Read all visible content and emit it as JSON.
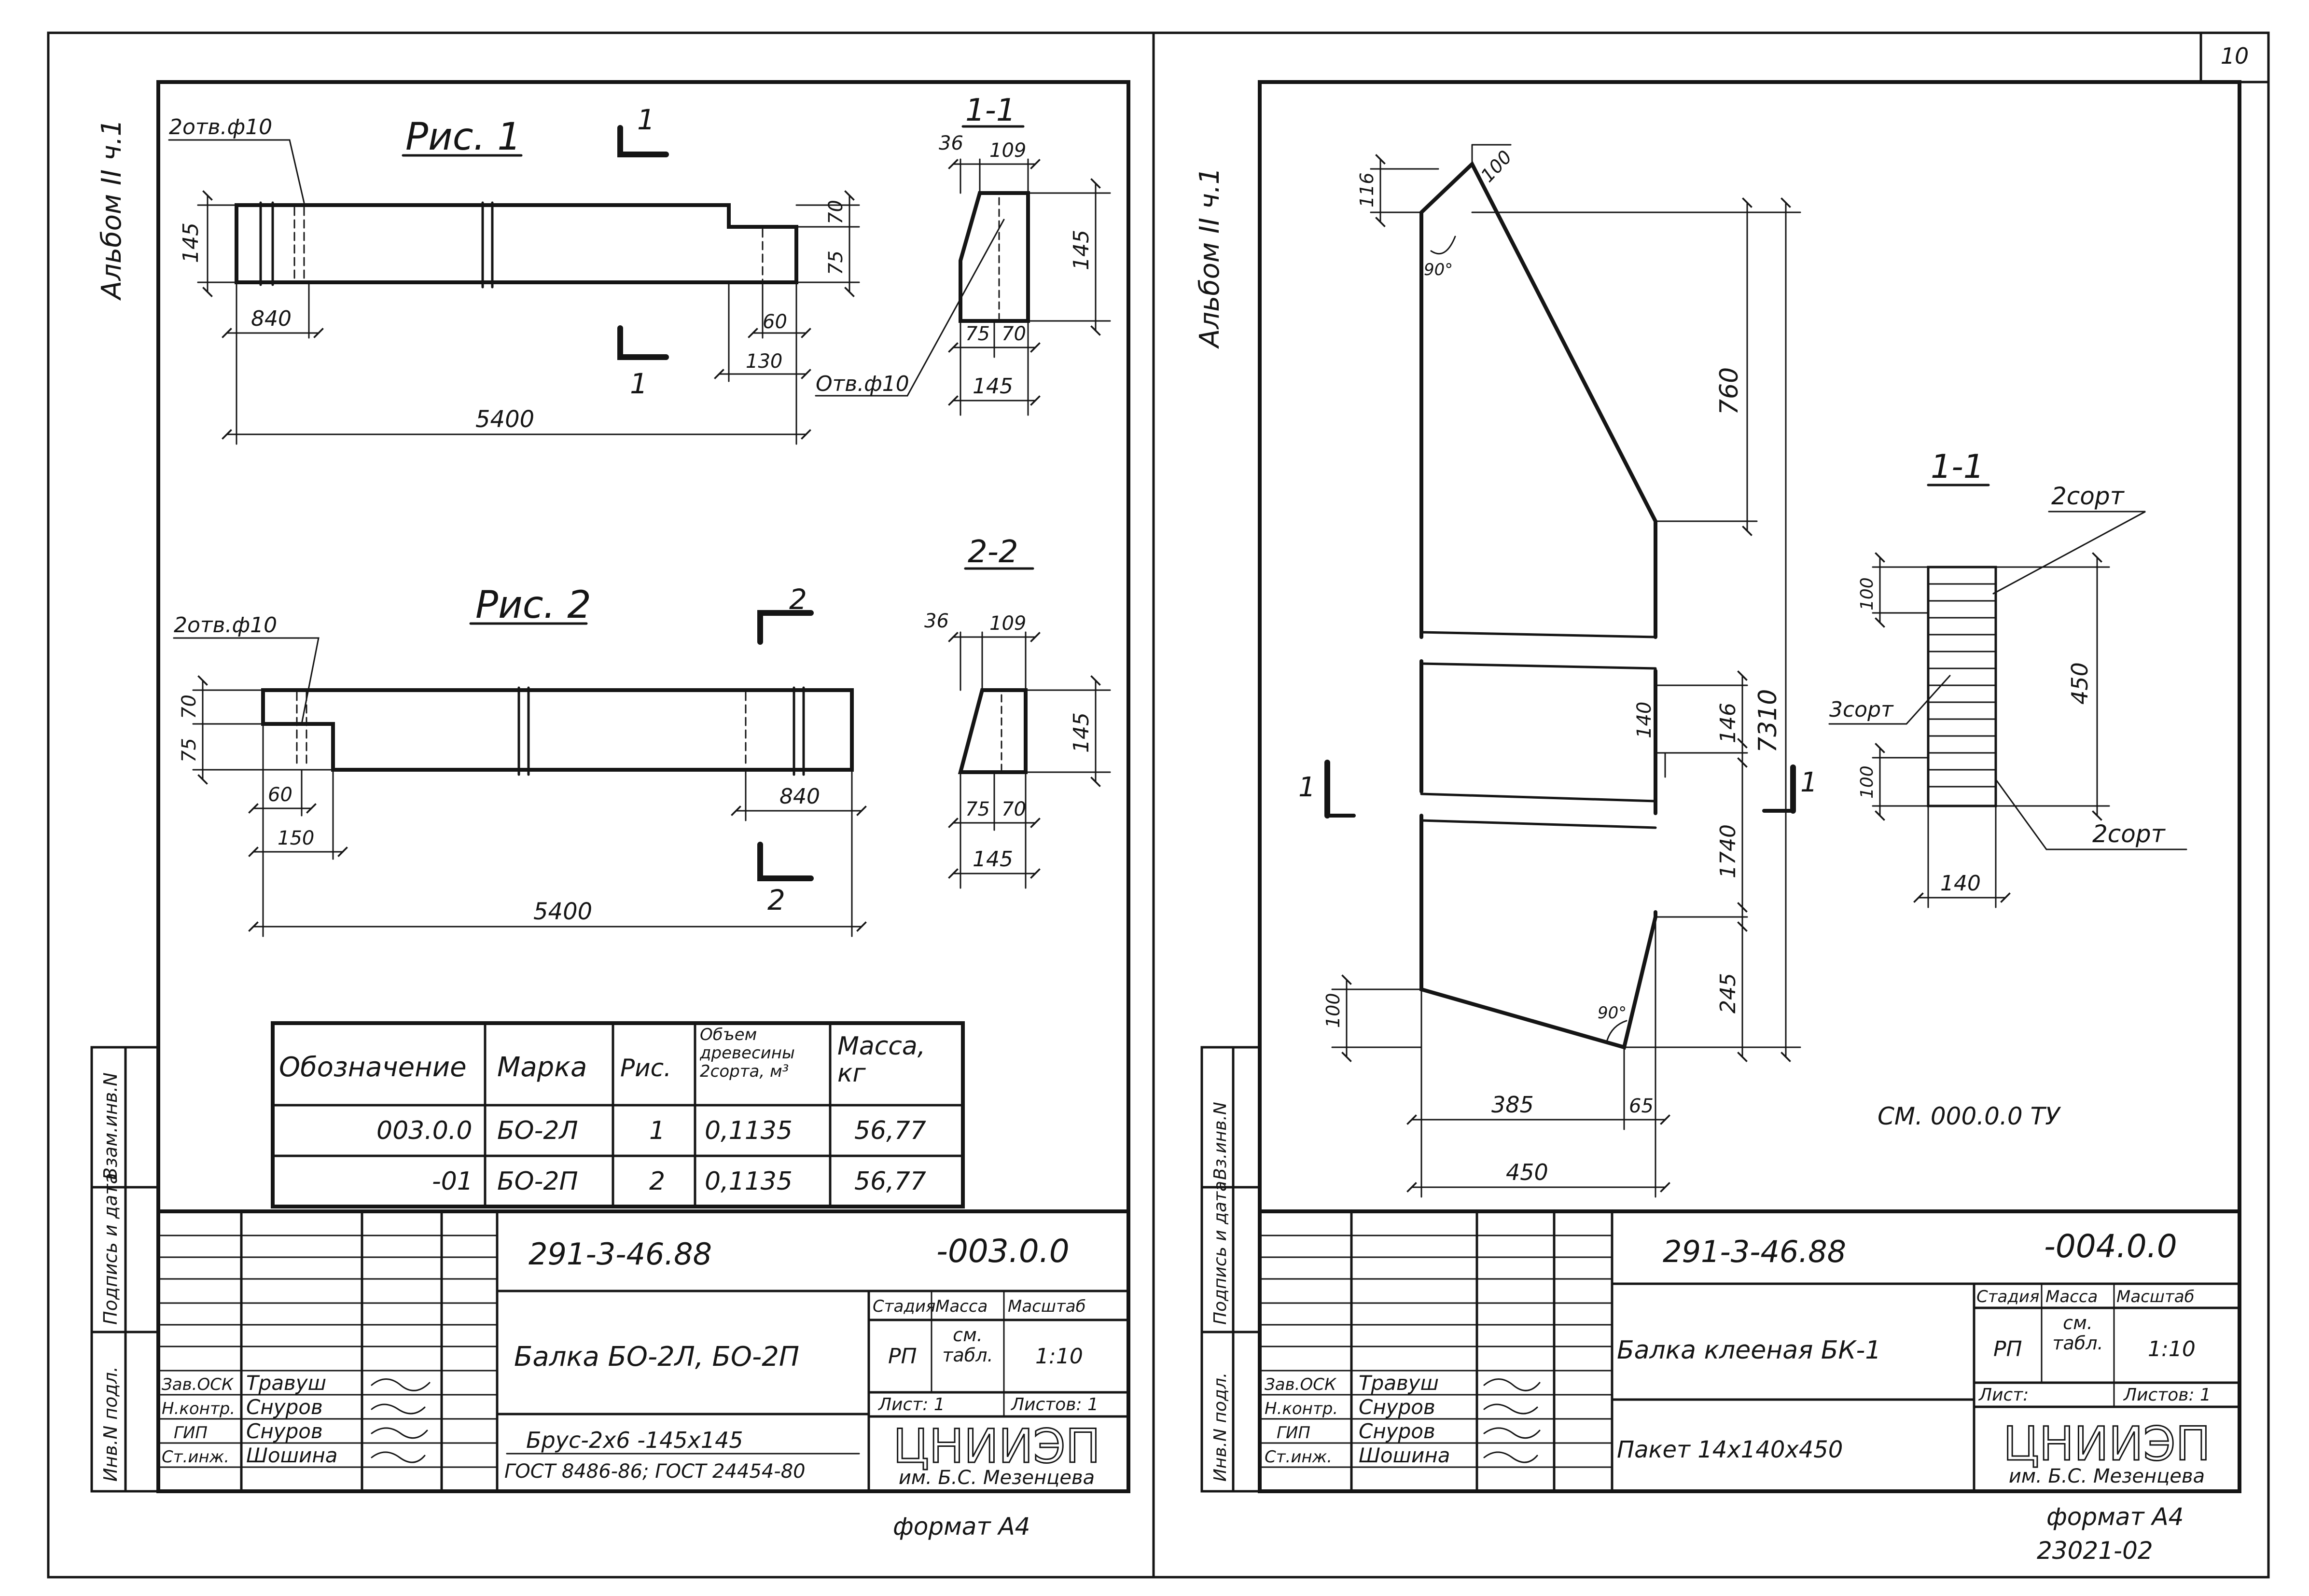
{
  "page": {
    "number": "10",
    "format_note": "формат А4",
    "doc_code": "23021-02"
  },
  "left_sheet": {
    "album_label": "Альбом II ч.1",
    "fig1": {
      "title": "Рис. 1",
      "hole_note": "2отв.ф10",
      "hole_note_right": "Отв.ф10",
      "section_marks": [
        "1",
        "1"
      ],
      "dims": [
        "145",
        "840",
        "70",
        "75",
        "60",
        "130",
        "5400"
      ]
    },
    "section_1_1": {
      "title": "1-1",
      "dims": [
        "36",
        "109",
        "145",
        "75",
        "70",
        "145"
      ]
    },
    "fig2": {
      "title": "Рис. 2",
      "hole_note": "2отв.ф10",
      "section_marks": [
        "2",
        "2"
      ],
      "dims": [
        "70",
        "75",
        "60",
        "150",
        "840",
        "5400"
      ]
    },
    "section_2_2": {
      "title": "2-2",
      "dims": [
        "36",
        "109",
        "145",
        "75",
        "70",
        "145"
      ]
    },
    "spec_table": {
      "headers": [
        "Обозначение",
        "Марка",
        "Рис.",
        "Объем древесины 2сорта, м³",
        "Масса, кг"
      ],
      "rows": [
        [
          "003.0.0",
          "БО-2Л",
          "1",
          "0,1135",
          "56,77"
        ],
        [
          "-01",
          "БО-2П",
          "2",
          "0,1135",
          "56,77"
        ]
      ]
    },
    "stamp": {
      "side_labels": [
        "Инв.N подл.",
        "Подпись и дата",
        "Взам.инв.N"
      ],
      "doc_number": "291-3-46.88",
      "sheet_code": "-003.0.0",
      "item_name": "Балка БО-2Л, БО-2П",
      "material_line1": "Брус-2х6 -145х145",
      "material_line2": "ГОСТ 8486-86; ГОСТ 24454-80",
      "headers": [
        "Стадия",
        "Масса",
        "Масштаб"
      ],
      "values": [
        "РП",
        "см. табл.",
        "1:10"
      ],
      "sheet": "Лист: 1",
      "sheets": "Листов: 1",
      "org": "ЦНИИЭП",
      "org_sub": "им. Б.С. Мезенцева",
      "people": [
        {
          "role": "Зав.ОСК",
          "name": "Травуш"
        },
        {
          "role": "Н.контр.",
          "name": "Снуров"
        },
        {
          "role": "ГИП",
          "name": "Снуров"
        },
        {
          "role": "Ст.инж.",
          "name": "Шошина"
        }
      ]
    }
  },
  "right_sheet": {
    "album_label": "Альбом II ч.1",
    "beam": {
      "dims": [
        "100",
        "116",
        "90°",
        "760",
        "7310",
        "140",
        "146",
        "1740",
        "245",
        "100",
        "90°",
        "385",
        "65",
        "450"
      ],
      "section_marks": [
        "1",
        "1"
      ]
    },
    "section_1_1": {
      "title": "1-1",
      "labels": [
        "2сорт",
        "3сорт",
        "2сорт"
      ],
      "dims": [
        "100",
        "450",
        "100",
        "140"
      ]
    },
    "spec_ref": "СМ. 000.0.0 ТУ",
    "stamp": {
      "side_labels": [
        "Инв.N подл.",
        "Подпись и дата",
        "Вз.инв.N"
      ],
      "doc_number": "291-3-46.88",
      "sheet_code": "-004.0.0",
      "item_name": "Балка клееная БК-1",
      "material_line1": "Пакет 14х140х450",
      "headers": [
        "Стадия",
        "Масса",
        "Масштаб"
      ],
      "values": [
        "РП",
        "см. табл.",
        "1:10"
      ],
      "sheet": "Лист:",
      "sheets": "Листов: 1",
      "org": "ЦНИИЭП",
      "org_sub": "им. Б.С. Мезенцева",
      "people": [
        {
          "role": "Зав.ОСК",
          "name": "Травуш"
        },
        {
          "role": "Н.контр.",
          "name": "Снуров"
        },
        {
          "role": "ГИП",
          "name": "Снуров"
        },
        {
          "role": "Ст.инж.",
          "name": "Шошина"
        }
      ]
    }
  }
}
